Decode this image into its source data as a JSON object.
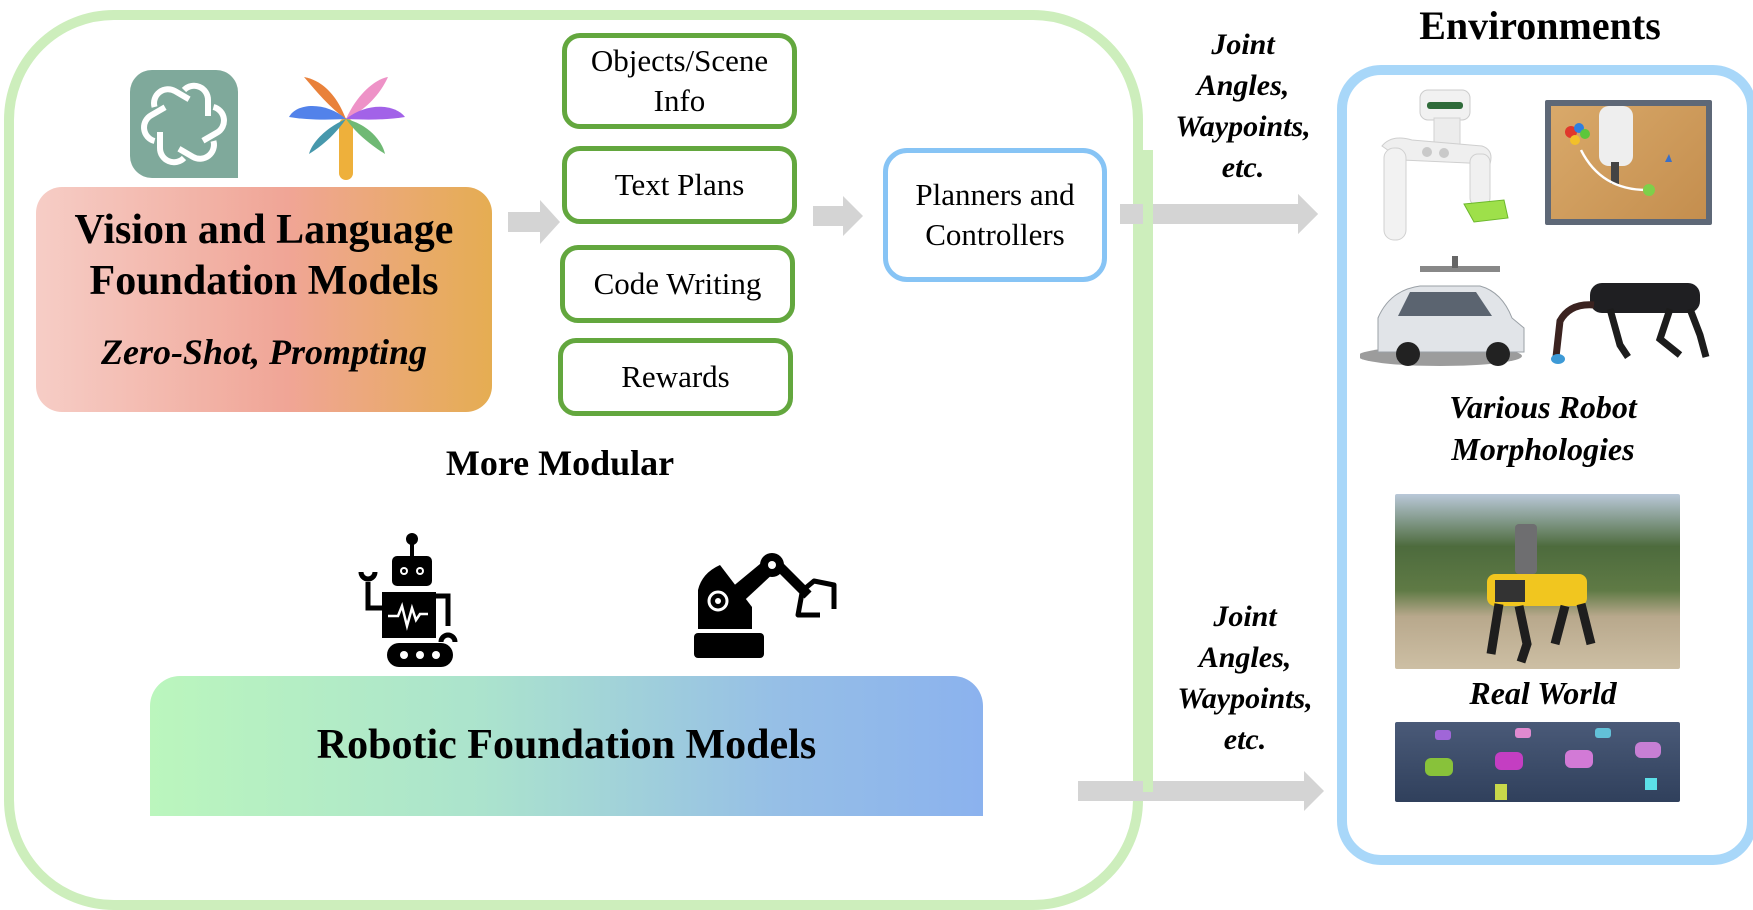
{
  "left_panel": {
    "logos": [
      {
        "name": "chatgpt-logo-icon",
        "color": "#7fa99b"
      },
      {
        "name": "gemini-palm-logo-icon",
        "petal_colors": [
          "#e9813a",
          "#ee92c7",
          "#5282ea",
          "#a262e8",
          "#4798ac",
          "#6fb974",
          "#eeb03b"
        ]
      }
    ],
    "vlfm": {
      "title_line1": "Vision and Language",
      "title_line2": "Foundation Models",
      "subtitle": "Zero-Shot, Prompting"
    },
    "outputs": [
      {
        "label_line1": "Objects/Scene",
        "label_line2": "Info"
      },
      {
        "label_line1": "Text Plans"
      },
      {
        "label_line1": "Code Writing"
      },
      {
        "label_line1": "Rewards"
      }
    ],
    "planners": {
      "line1": "Planners and",
      "line2": "Controllers"
    },
    "modular_label": "More Modular",
    "robotic_fm": {
      "title": "Robotic Foundation Models"
    }
  },
  "arrows": [
    {
      "label_lines": [
        "Joint",
        "Angles,",
        "Waypoints,",
        "etc."
      ]
    },
    {
      "label_lines": [
        "Joint",
        "Angles,",
        "Waypoints,",
        "etc."
      ]
    }
  ],
  "environments": {
    "title": "Environments",
    "morph_label_line1": "Various Robot",
    "morph_label_line2": "Morphologies",
    "real_world_label": "Real World",
    "images": [
      {
        "name": "mobile-manipulator-robot-image"
      },
      {
        "name": "tabletop-blocks-arm-image"
      },
      {
        "name": "autonomous-car-image"
      },
      {
        "name": "quadruped-robot-image"
      },
      {
        "name": "spot-robot-outdoor-image"
      },
      {
        "name": "simulated-objects-image"
      }
    ]
  },
  "colors": {
    "green_container": "#cdeebc",
    "output_box_border": "#63a73e",
    "planner_box_border": "#87c4f5",
    "env_container": "#a8d7f9",
    "arrow_gray": "#d4d4d4"
  }
}
